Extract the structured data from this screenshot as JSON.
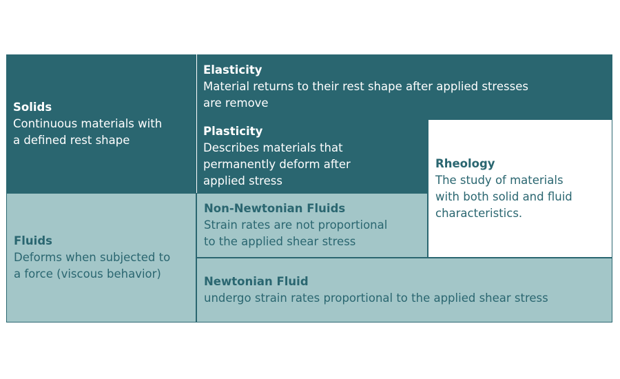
{
  "solids": {
    "title": "Solids",
    "desc_line1": "Continuous materials with",
    "desc_line2": "a defined rest shape"
  },
  "fluids": {
    "title": "Fluids",
    "desc_line1": "Deforms when subjected to",
    "desc_line2": "a force (viscous behavior)"
  },
  "elasticity": {
    "title": "Elasticity",
    "desc_line1": "Material returns to their rest shape after applied stresses",
    "desc_line2": "are remove"
  },
  "plasticity": {
    "title": "Plasticity",
    "desc_line1": "Describes materials that",
    "desc_line2": "permanently deform after",
    "desc_line3": "applied stress"
  },
  "rheology": {
    "title": "Rheology",
    "desc_line1": "The study of materials",
    "desc_line2": "with both solid and fluid",
    "desc_line3": "characteristics."
  },
  "non_newtonian": {
    "title": "Non-Newtonian Fluids",
    "desc_line1": "Strain rates are not proportional",
    "desc_line2": "to the applied shear stress"
  },
  "newtonian": {
    "title": "Newtonian Fluid",
    "desc_line1": "undergo strain rates proportional to the applied shear stress"
  },
  "colors": {
    "dark_teal": "#2a6670",
    "light_teal": "#a3c6c8",
    "white": "#ffffff"
  }
}
